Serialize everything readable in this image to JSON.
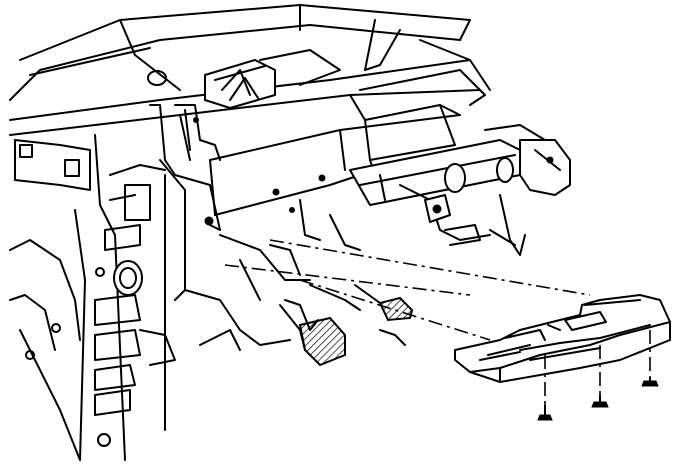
{
  "figure": {
    "ink_color": "#000000",
    "paper_color": "#ffffff",
    "parts": [
      "instrument-panel-structure",
      "steering-column",
      "brake-pedal",
      "knee-bolster-bracket",
      "fastener-1",
      "fastener-2",
      "fastener-3"
    ]
  }
}
